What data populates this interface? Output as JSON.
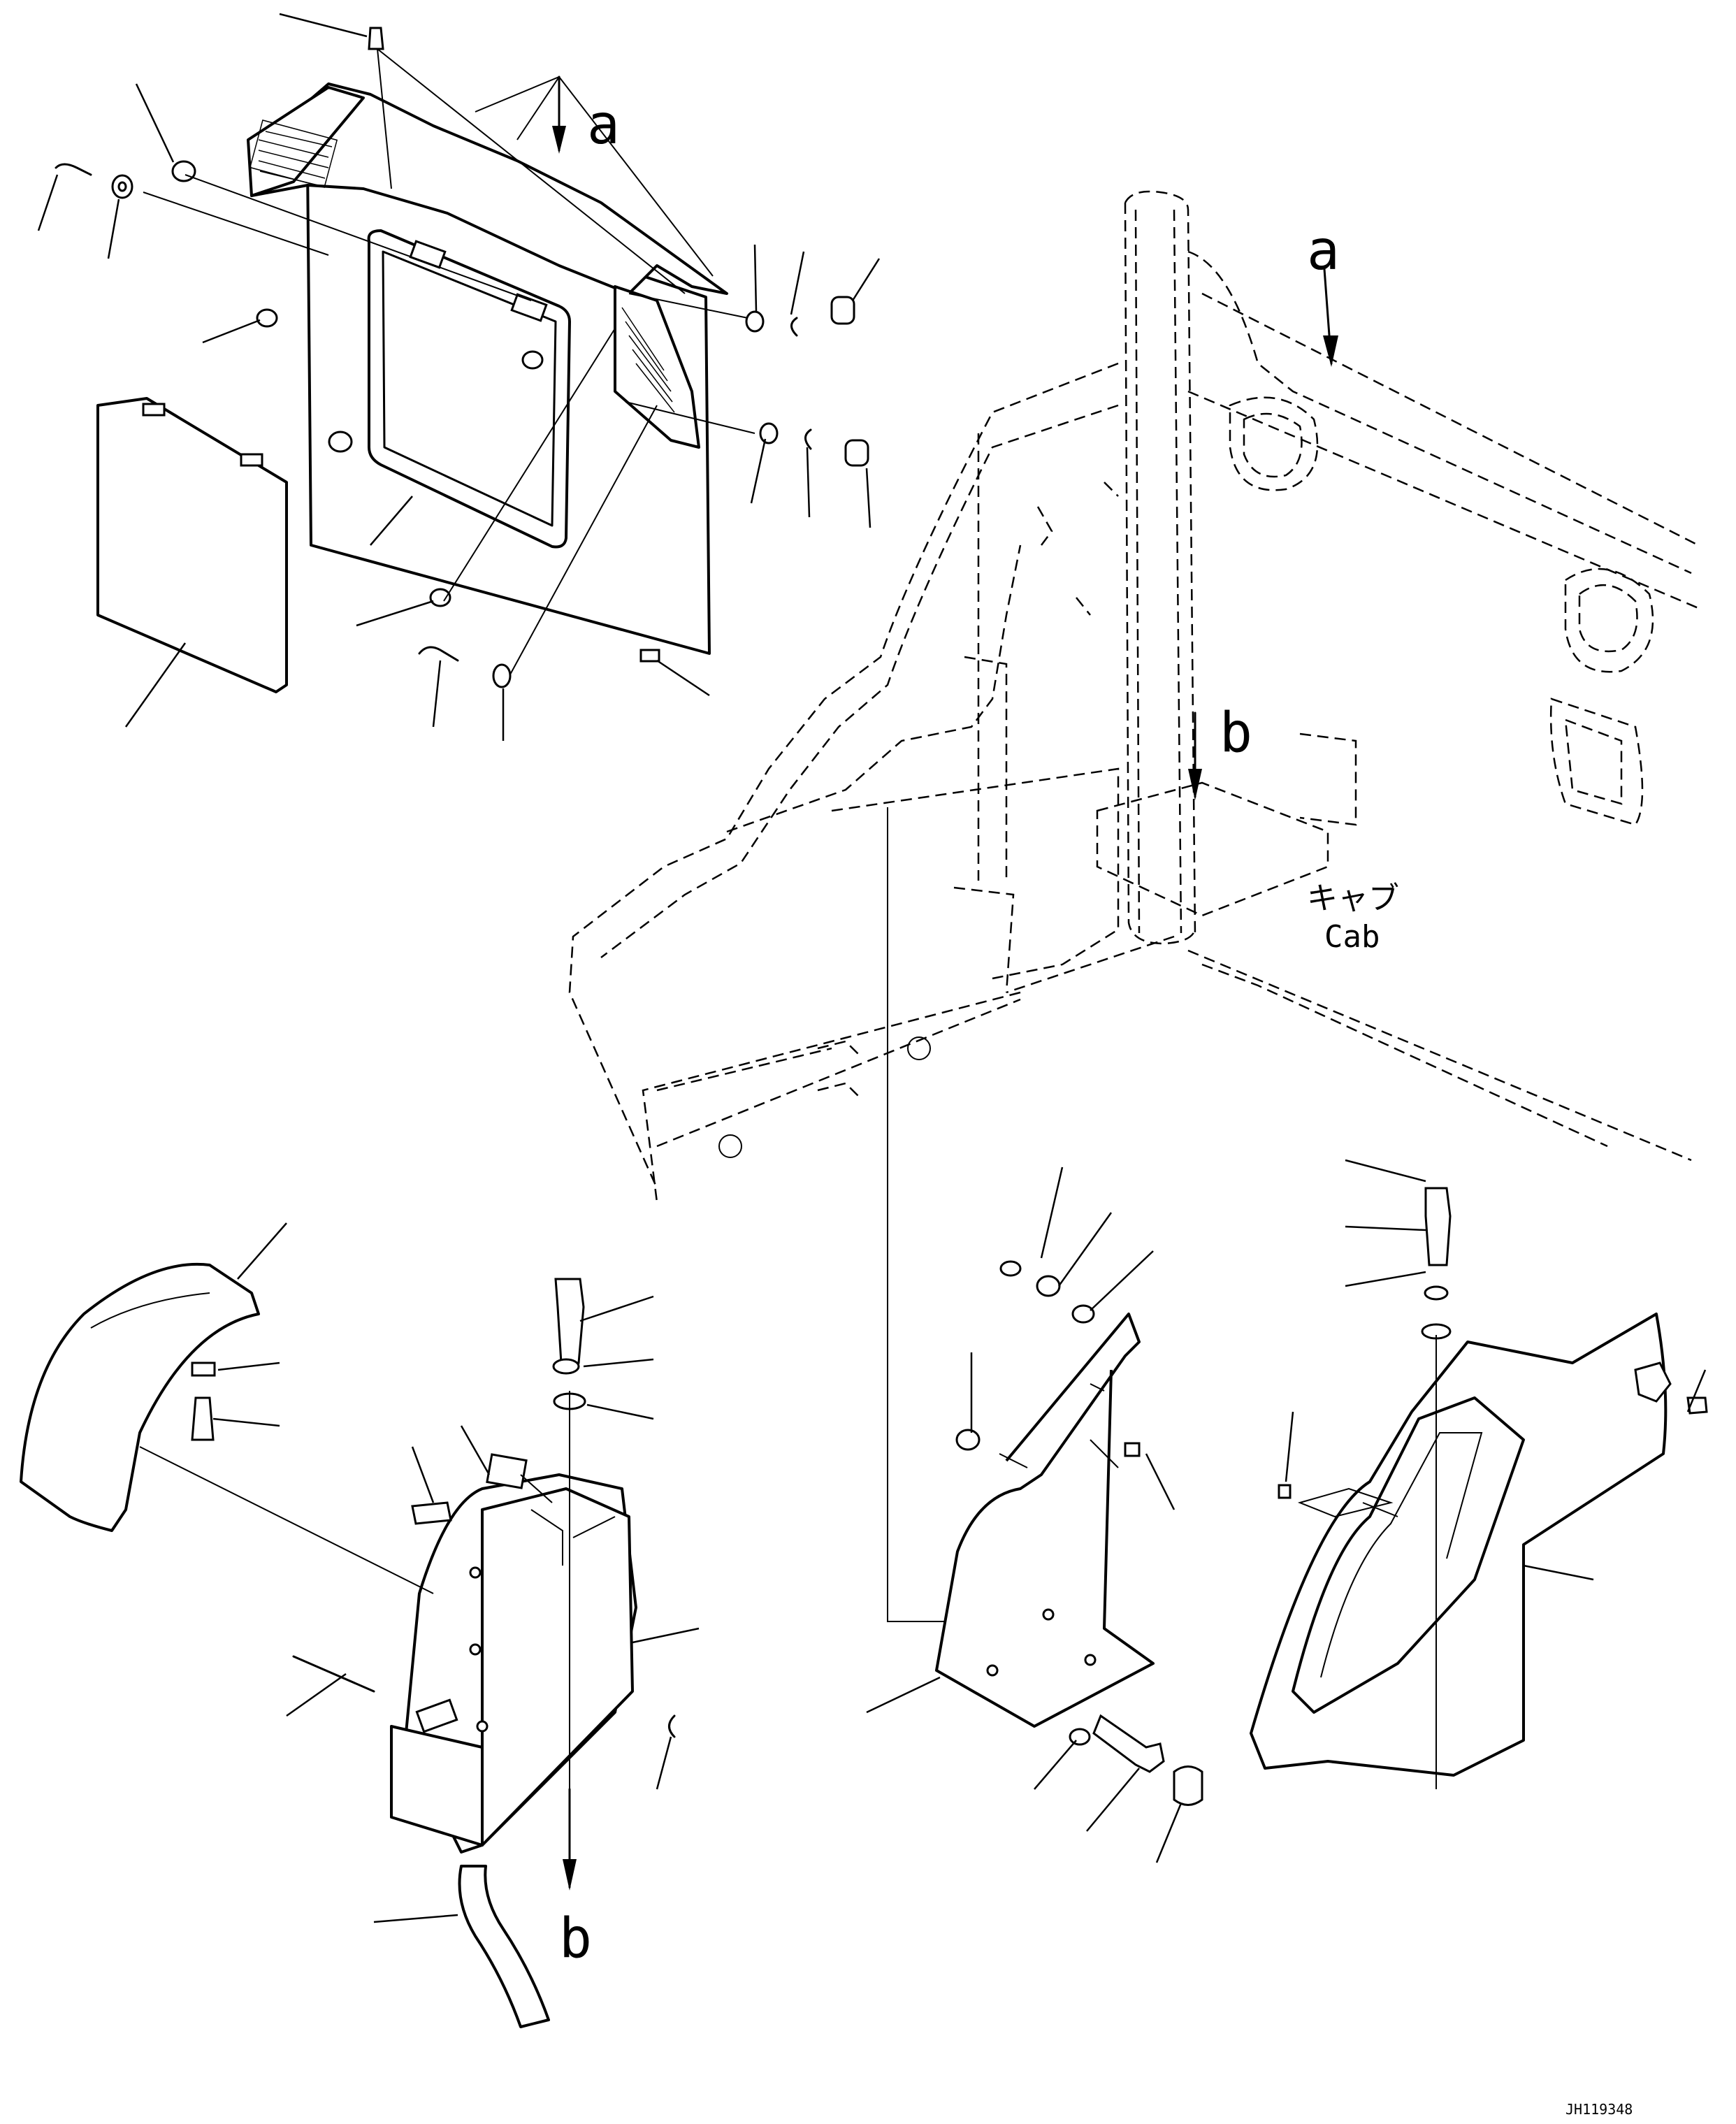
{
  "labels": {
    "callout_a_left": "a",
    "callout_a_right": "a",
    "callout_b_top": "b",
    "callout_b_bottom": "b",
    "cab_jp": "キャブ",
    "cab_en": "Cab",
    "drawing_number": "JH119348"
  }
}
